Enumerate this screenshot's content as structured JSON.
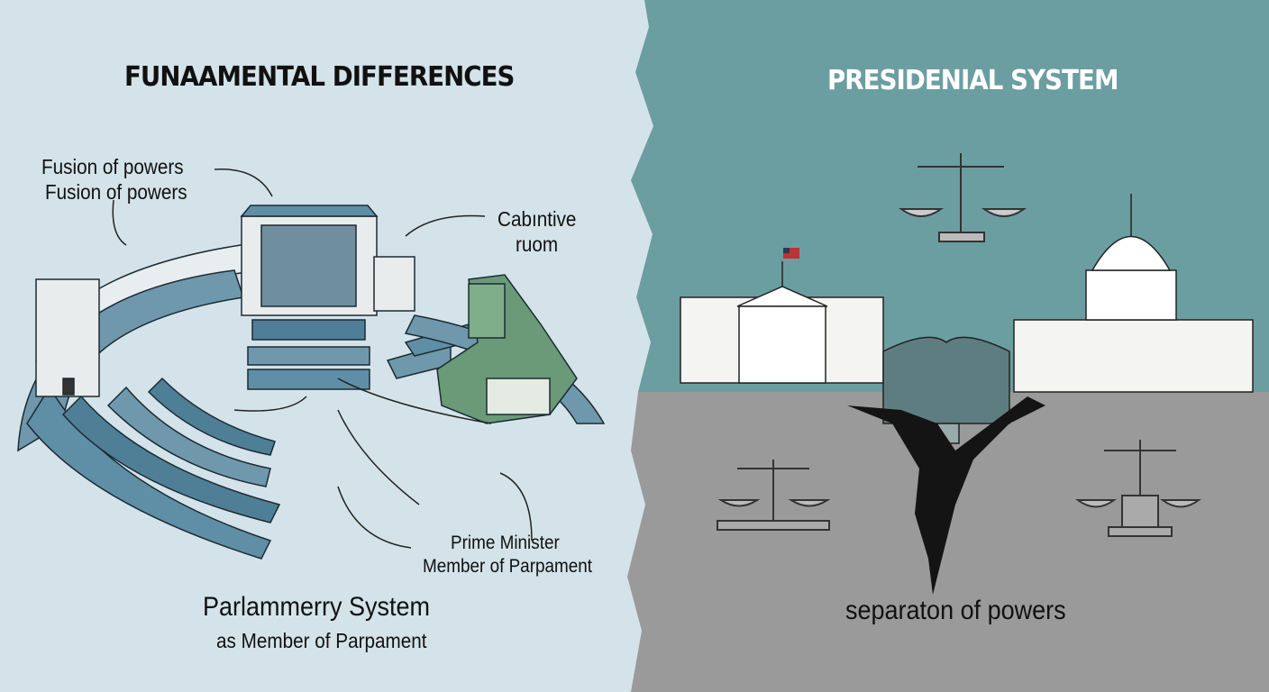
{
  "left": {
    "title": "FUNAAMENTAL DIFFERENCES",
    "label_fusion_1": "Fusion of powers",
    "label_fusion_2": "Fusion of powers",
    "label_cabinet_1": "Cabıntive",
    "label_cabinet_2": "ruom",
    "label_pm_1": "Prime Minister",
    "label_pm_2": "Member of Parpament",
    "caption_1": "Parlammerry System",
    "caption_2": "as Member of Parpament"
  },
  "right": {
    "title": "PRESIDENIAL SYSTEM",
    "caption": "separaton of powers"
  },
  "colors": {
    "left_background": "#d4e3e9",
    "right_sky": "#6b9ea0",
    "right_ground": "#9a9a9a",
    "chamber_blue": "#5f8fa6",
    "cabinet_green": "#6a9a78"
  }
}
